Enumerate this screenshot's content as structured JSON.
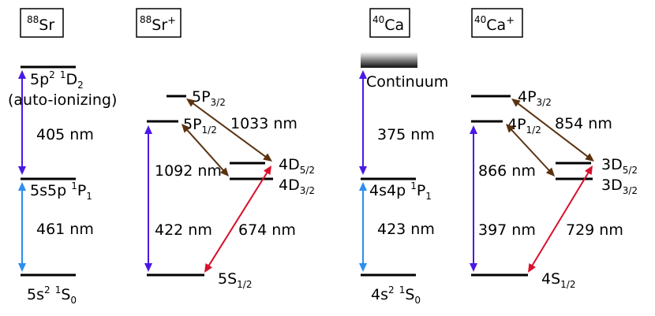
{
  "colors": {
    "violet": "#4a18e6",
    "blue": "#2c8ef0",
    "red": "#d8102a",
    "brown": "#5a3210",
    "level": "#000000"
  },
  "atoms": {
    "sr": {
      "title_base": "Sr",
      "title_mass": "88",
      "title_charge": "",
      "level_top": [
        "5p",
        "2",
        " ",
        "1",
        "D",
        "2"
      ],
      "level_top_note": "(auto-ionizing)",
      "level_mid": [
        "5s5p ",
        "1",
        "P",
        "1"
      ],
      "level_ground": [
        "5s",
        "2",
        " ",
        "1",
        "S",
        "0"
      ],
      "wl_upper": "405 nm",
      "wl_lower": "461 nm"
    },
    "sr_ion": {
      "title_base": "Sr",
      "title_mass": "88",
      "title_charge": "+",
      "p32": [
        "5P",
        "3/2"
      ],
      "p12": [
        "5P",
        "1/2"
      ],
      "d52": [
        "4D",
        "5/2"
      ],
      "d32": [
        "4D",
        "3/2"
      ],
      "s12": [
        "5S",
        "1/2"
      ],
      "wl_p32_d52": "1033 nm",
      "wl_p12_d32": "1092 nm",
      "wl_s_p12": "422 nm",
      "wl_s_d52": "674 nm"
    },
    "ca": {
      "title_base": "Ca",
      "title_mass": "40",
      "title_charge": "",
      "continuum": "Continuum",
      "level_mid": [
        "4s4p ",
        "1",
        "P",
        "1"
      ],
      "level_ground": [
        "4s",
        "2",
        " ",
        "1",
        "S",
        "0"
      ],
      "wl_upper": "375 nm",
      "wl_lower": "423 nm"
    },
    "ca_ion": {
      "title_base": "Ca",
      "title_mass": "40",
      "title_charge": "+",
      "p32": [
        "4P",
        "3/2"
      ],
      "p12": [
        "4P",
        "1/2"
      ],
      "d52": [
        "3D",
        "5/2"
      ],
      "d32": [
        "3D",
        "3/2"
      ],
      "s12": [
        "4S",
        "1/2"
      ],
      "wl_p32_d52": "854 nm",
      "wl_p12_d32": "866 nm",
      "wl_s_p12": "397 nm",
      "wl_s_d52": "729 nm"
    }
  }
}
